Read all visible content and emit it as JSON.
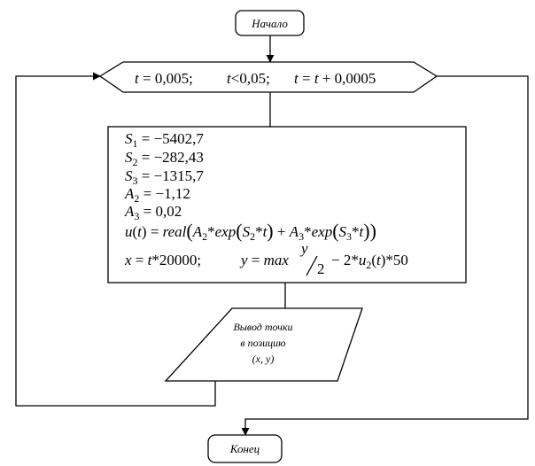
{
  "start": {
    "label": "Начало"
  },
  "loop": {
    "init": "0,005;",
    "cond": "0,05;",
    "step": "0,0005",
    "var": "t",
    "lt": "<"
  },
  "process": {
    "s1_value": "−5402,7",
    "s2_value": "−282,43",
    "s3_value": "−1315,7",
    "a2_value": "−1,12",
    "a3_value": "0,02",
    "real_fn": "real",
    "exp_fn": "exp",
    "max_fn": "max",
    "x_factor": "20000;",
    "y_half": "2",
    "y_scale": "50"
  },
  "output": {
    "line1": "Вывод точки",
    "line2": "в позицию",
    "line3": "(x, y)"
  },
  "end": {
    "label": "Конец"
  }
}
